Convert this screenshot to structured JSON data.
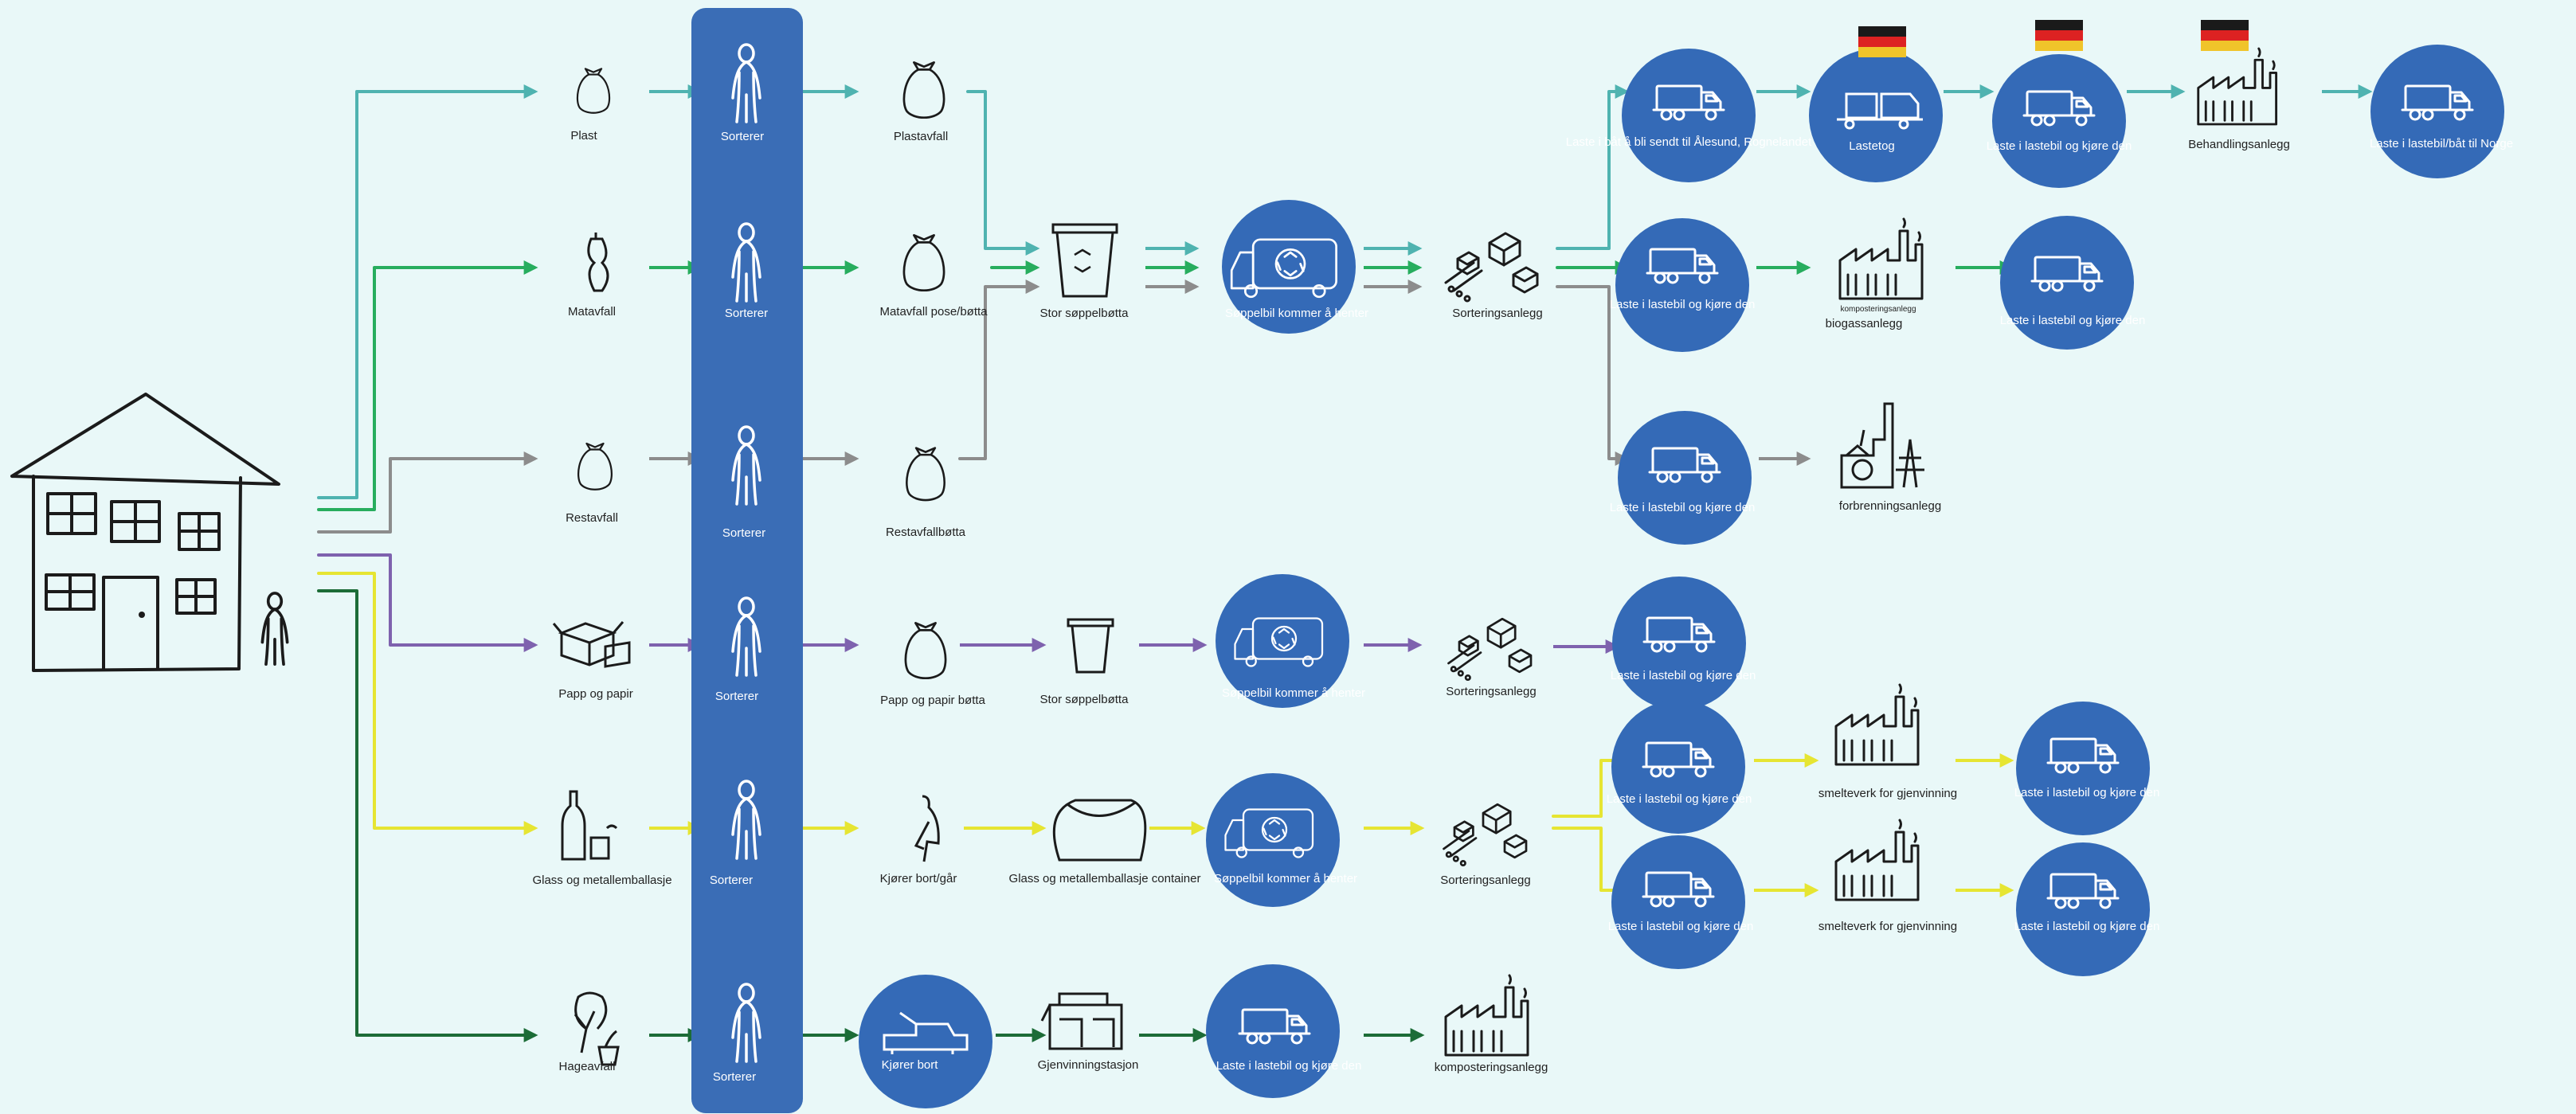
{
  "colors": {
    "background": "#e9f8f8",
    "column_blue": "#3a6db6",
    "circle_blue": "#346ab7",
    "plastic": "#4fb3b0",
    "food": "#27ad5e",
    "residual": "#8c8c8c",
    "paper": "#7e62ae",
    "glass_metal": "#e6e532",
    "garden": "#1c6c37"
  },
  "icons": [
    "house-icon",
    "person-icon",
    "bag-icon",
    "apple-core-icon",
    "box-icon",
    "bottle-can-icon",
    "plant-icon",
    "bin-icon",
    "garbage-truck-icon",
    "sorting-machine-icon",
    "truck-icon",
    "train-icon",
    "factory-icon",
    "incinerator-icon",
    "container-icon",
    "recycling-station-icon",
    "flag-germany-icon"
  ],
  "sorting_column": {
    "labels": [
      "Sorterer",
      "Sorterer",
      "Sorterer",
      "Sorterer",
      "Sorterer",
      "Sorterer"
    ]
  },
  "categories": [
    "Plast",
    "Matavfall",
    "Restavfall",
    "Papp og papir",
    "Glass  og metallemballasje",
    "Hageavfall"
  ],
  "step2": [
    "Plastavfall",
    "Matavfall pose/bøtta",
    "Restavfallbøtta",
    "Papp og papir bøtta",
    "Kjører bort/går"
  ],
  "kjorer_bort": "Kjører bort",
  "bins": [
    "Stor søppelbøtta",
    "Stor søppelbøtta",
    "Glass og metallemballasje container",
    "Gjenvinningstasjon"
  ],
  "collection_trucks": [
    "Søppelbil kommer å henter",
    "Søppelbil kommer å henter",
    "Søppelbil kommer å henter",
    "Laste i lastebil og kjøre den"
  ],
  "sorting_plants": [
    "Sorteringsanlegg",
    "Sorteringsanlegg",
    "Sorteringsanlegg",
    "komposteringsanlegg"
  ],
  "plastic_route": {
    "boat": "Laste i båt å bli sendt til Ålesund, Rognelandet",
    "train": "Lastetog",
    "truck": "Laste i lastebil og kjøre den",
    "plant": "Behandlingsanlegg",
    "final": "Laste i lastebil/båt til Norge"
  },
  "food_route": {
    "truck": "Laste i lastebil og kjøre den",
    "plant_small": "komposteringsanlegg",
    "plant": "biogassanlegg",
    "final": "Laste i lastebil og kjøre den"
  },
  "residual_route": {
    "truck": "Laste i lastebil og kjøre den",
    "plant": "forbrenningsanlegg"
  },
  "paper_route": {
    "truck": "Laste i lastebil og kjøre den"
  },
  "glass_routes": [
    {
      "truck": "Laste i lastebil og kjøre den",
      "plant": "smelteverk for gjenvinning",
      "final": "Laste i lastebil og kjøre den"
    },
    {
      "truck": "Laste i lastebil og kjøre den",
      "plant": "smelteverk for gjenvinning",
      "final": "Laste i lastebil og kjøre den"
    }
  ]
}
